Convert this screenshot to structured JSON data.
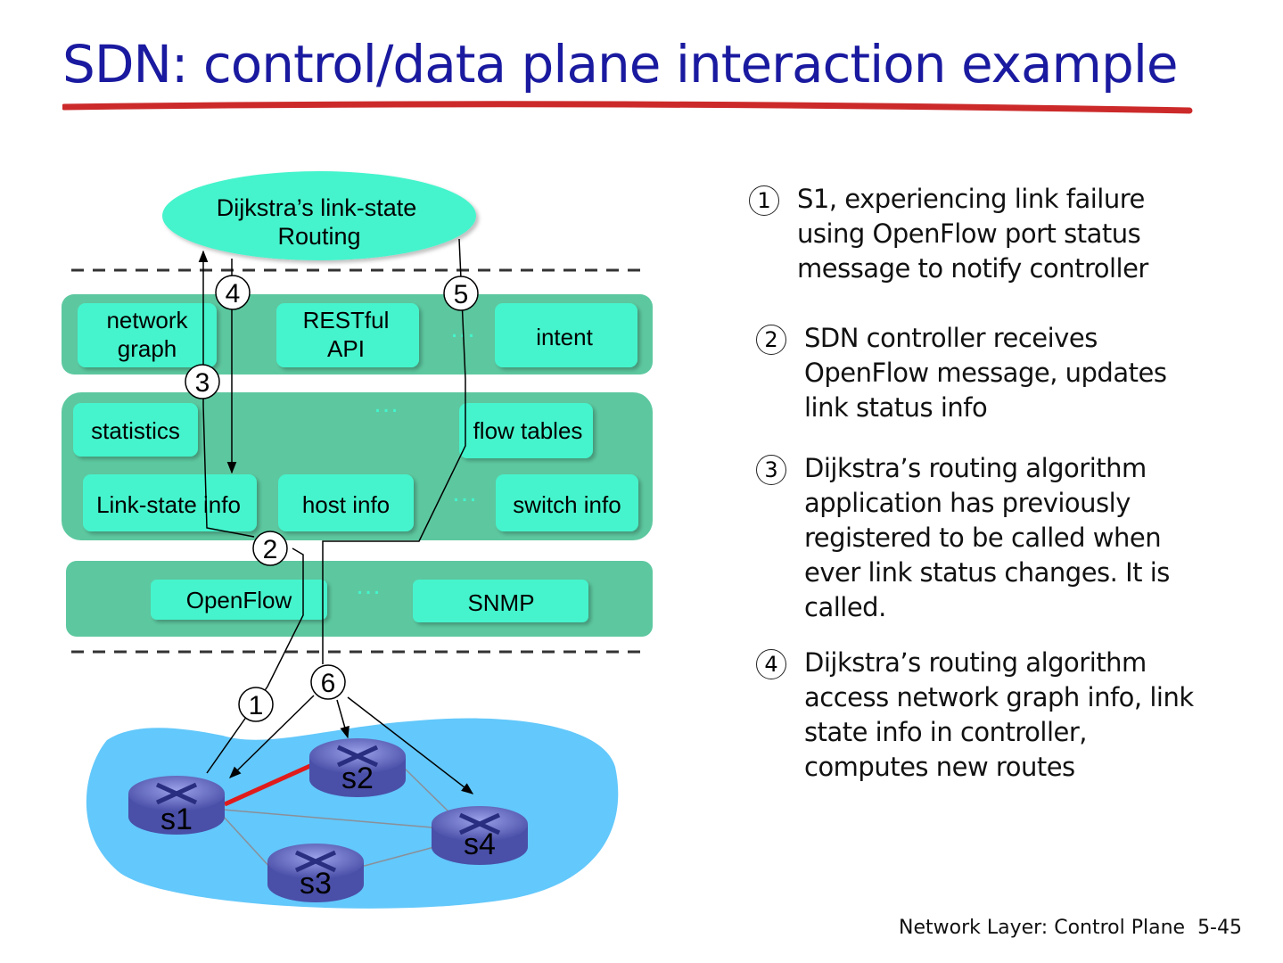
{
  "title": "SDN: control/data plane interaction example",
  "diagram": {
    "app_ellipse": {
      "line1": "Dijkstra’s link-state",
      "line2": "Routing"
    },
    "northbound": {
      "network_graph": {
        "line1": "network",
        "line2": "graph"
      },
      "restful_api": {
        "line1": "RESTful",
        "line2": "API"
      },
      "intent": "intent"
    },
    "controller_core": {
      "statistics": "statistics",
      "flow_tables": "flow tables",
      "link_state_info": "Link-state info",
      "host_info": "host info",
      "switch_info": "switch info"
    },
    "southbound": {
      "openflow": "OpenFlow",
      "snmp": "SNMP"
    },
    "ellipsis": "…",
    "markers": [
      "1",
      "2",
      "3",
      "4",
      "5",
      "6"
    ],
    "switches": [
      "s1",
      "s2",
      "s3",
      "s4"
    ]
  },
  "steps": [
    {
      "num": "1",
      "text": "S1, experiencing link failure\nusing OpenFlow port status\nmessage to notify controller"
    },
    {
      "num": "2",
      "text": "SDN controller receives\nOpenFlow message, updates\nlink status info"
    },
    {
      "num": "3",
      "text": "Dijkstra’s routing algorithm\napplication has previously\nregistered to be called when\never link status changes.  It is\ncalled."
    },
    {
      "num": "4",
      "text": "Dijkstra’s routing algorithm\naccess network graph info, link\nstate info in controller,\ncomputes new routes"
    }
  ],
  "footer": {
    "chapter": "Network Layer: Control Plane",
    "page": "5-45"
  },
  "colors": {
    "title": "#1a1aa0",
    "underline": "#cc2a2a",
    "layer": "#5dc8a0",
    "box": "#44f4cc",
    "network": "#63c8fb",
    "failed_link": "#e01b1b",
    "switch": "#6a6fc0"
  }
}
